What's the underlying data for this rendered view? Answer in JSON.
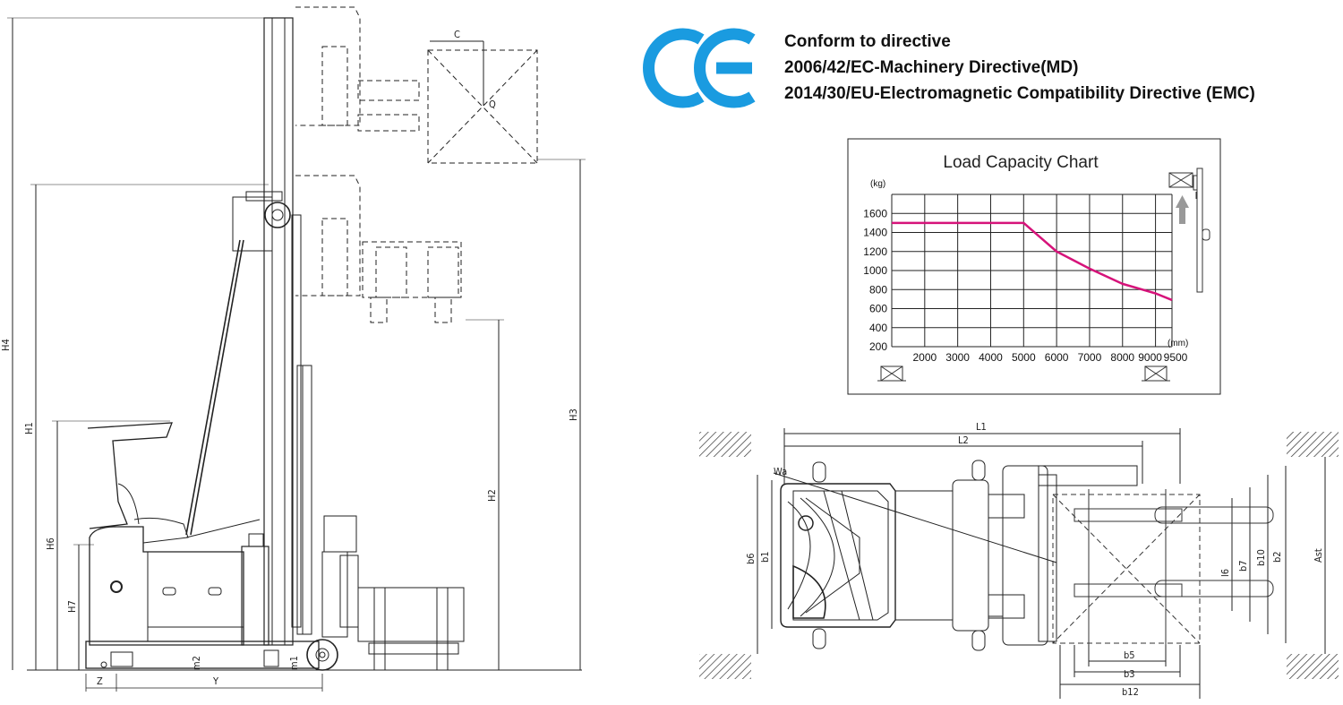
{
  "directives": {
    "line1": "Conform to directive",
    "line2": "2006/42/EC-Machinery Directive(MD)",
    "line3": "2014/30/EU-Electromagnetic Compatibility Directive (EMC)"
  },
  "ce_mark": {
    "label": "CE",
    "color": "#1a9be0"
  },
  "chart_data": {
    "type": "line",
    "title": "Load Capacity Chart",
    "ylabel": "(kg)",
    "xlabel": "(mm)",
    "x_ticks": [
      2000,
      3000,
      4000,
      5000,
      6000,
      7000,
      8000,
      9000,
      9500
    ],
    "y_ticks": [
      200,
      400,
      600,
      800,
      1000,
      1200,
      1400,
      1600
    ],
    "xlim": [
      1000,
      9500
    ],
    "ylim": [
      200,
      1800
    ],
    "grid": true,
    "series": [
      {
        "color": "#d6137a",
        "x": [
          1000,
          2000,
          3000,
          4000,
          5000,
          5500,
          6000,
          7000,
          8000,
          9000,
          9500
        ],
        "y": [
          1500,
          1500,
          1500,
          1500,
          1500,
          1350,
          1200,
          1020,
          860,
          760,
          690
        ]
      }
    ]
  },
  "side_view_labels": {
    "H4": "H4",
    "H1": "H1",
    "H6": "H6",
    "H7": "H7",
    "H3": "H3",
    "H2": "H2",
    "C": "C",
    "Q": "Q",
    "Z": "Z",
    "Y": "Y",
    "m2": "m2",
    "m1": "m1"
  },
  "top_view_labels": {
    "L1": "L1",
    "L2": "L2",
    "Wa": "Wa",
    "b6": "b6",
    "b1": "b1",
    "l6": "l6",
    "b7": "b7",
    "b10": "b10",
    "b2": "b2",
    "Ast": "Ast",
    "b5": "b5",
    "b3": "b3",
    "b12": "b12"
  }
}
